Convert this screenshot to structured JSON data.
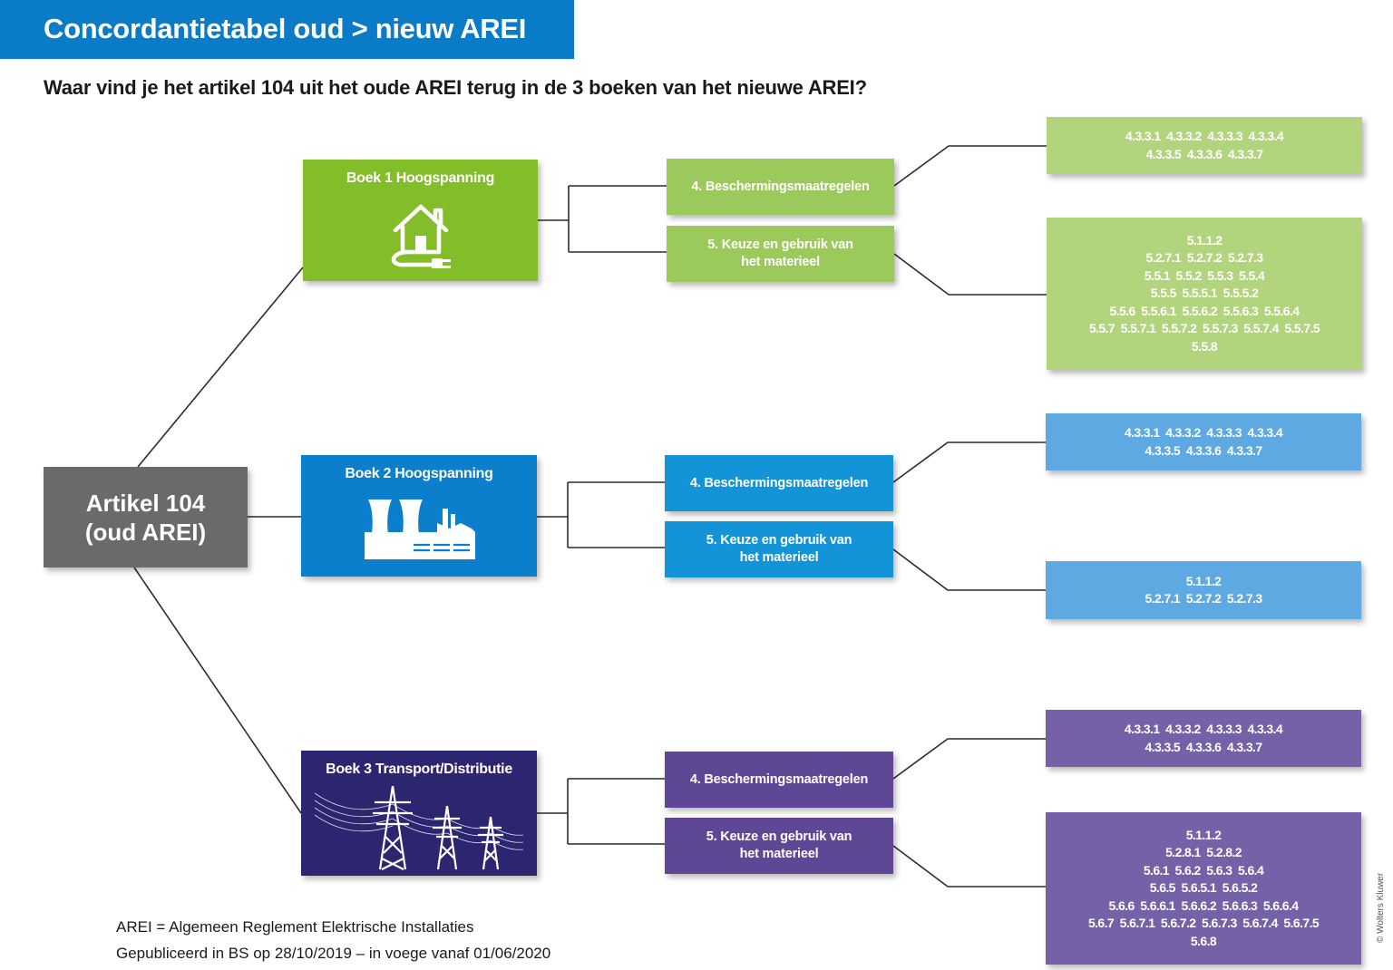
{
  "header": {
    "title": "Concordantietabel oud > nieuw AREI",
    "subtitle": "Waar vind je het artikel 104 uit het oude AREI terug in de 3 boeken van het nieuwe AREI?"
  },
  "root": {
    "line1": "Artikel 104",
    "line2": "(oud AREI)",
    "color": "#6a6a69"
  },
  "books": [
    {
      "title": "Boek 1 Hoogspanning",
      "icon": "house-plug-icon",
      "color": "#84bd2a",
      "chapters": [
        {
          "line1": "4. Beschermingsmaatregelen",
          "line2": ""
        },
        {
          "line1": "5. Keuze en gebruik van",
          "line2": "het materieel"
        }
      ],
      "refs": [
        [
          "4.3.3.1  4.3.3.2  4.3.3.3  4.3.3.4",
          "4.3.3.5  4.3.3.6  4.3.3.7"
        ],
        [
          "5.1.1.2",
          "5.2.7.1  5.2.7.2  5.2.7.3",
          "5.5.1  5.5.2  5.5.3  5.5.4",
          "5.5.5  5.5.5.1  5.5.5.2",
          "5.5.6  5.5.6.1  5.5.6.2  5.5.6.3  5.5.6.4",
          "5.5.7  5.5.7.1  5.5.7.2  5.5.7.3  5.5.7.4  5.5.7.5",
          "5.5.8"
        ]
      ]
    },
    {
      "title": "Boek 2 Hoogspanning",
      "icon": "power-plant-icon",
      "color": "#0b7ecc",
      "chapters": [
        {
          "line1": "4. Beschermingsmaatregelen",
          "line2": ""
        },
        {
          "line1": "5. Keuze en gebruik van",
          "line2": "het materieel"
        }
      ],
      "refs": [
        [
          "4.3.3.1  4.3.3.2  4.3.3.3  4.3.3.4",
          "4.3.3.5  4.3.3.6  4.3.3.7"
        ],
        [
          "5.1.1.2",
          "5.2.7.1  5.2.7.2  5.2.7.3"
        ]
      ]
    },
    {
      "title": "Boek 3 Transport/Distributie",
      "icon": "pylons-icon",
      "color": "#2c2570",
      "chapters": [
        {
          "line1": "4. Beschermingsmaatregelen",
          "line2": ""
        },
        {
          "line1": "5. Keuze en gebruik van",
          "line2": "het materieel"
        }
      ],
      "refs": [
        [
          "4.3.3.1  4.3.3.2  4.3.3.3  4.3.3.4",
          "4.3.3.5  4.3.3.6  4.3.3.7"
        ],
        [
          "5.1.1.2",
          "5.2.8.1  5.2.8.2",
          "5.6.1  5.6.2  5.6.3  5.6.4",
          "5.6.5  5.6.5.1  5.6.5.2",
          "5.6.6  5.6.6.1  5.6.6.2  5.6.6.3  5.6.6.4",
          "5.6.7  5.6.7.1  5.6.7.2  5.6.7.3  5.6.7.4  5.6.7.5",
          "5.6.8"
        ]
      ]
    }
  ],
  "footer": {
    "definition": "AREI = Algemeen Reglement Elektrische Installaties",
    "published": "Gepubliceerd in BS op 28/10/2019 – in voege vanaf 01/06/2020",
    "copyright": "© Wolters Kluwer"
  }
}
